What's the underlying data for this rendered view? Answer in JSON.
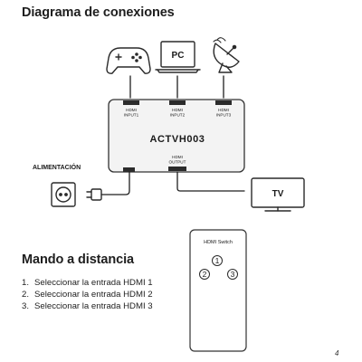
{
  "titles": {
    "diagram": "Diagrama de conexiones",
    "remote": "Mando a distancia"
  },
  "devices": {
    "gamepad_icon": "gamepad-icon",
    "pc_label": "PC",
    "dish_icon": "satellite-dish-icon",
    "tv_label": "TV",
    "outlet_icon": "power-outlet-icon",
    "plug_icon": "power-plug-icon"
  },
  "switch": {
    "model": "ACTVH003",
    "ports": {
      "input1": [
        "HDMI",
        "INPUT1"
      ],
      "input2": [
        "HDMI",
        "INPUT2"
      ],
      "input3": [
        "HDMI",
        "INPUT3"
      ],
      "output": [
        "HDMI",
        "OUTPUT"
      ]
    },
    "power_label": "ALIMENTACIÓN"
  },
  "remote": {
    "title": "HDMI Switch",
    "buttons": [
      "1",
      "2",
      "3"
    ]
  },
  "steps": [
    {
      "num": "1.",
      "text": "Seleccionar la entrada HDMI 1"
    },
    {
      "num": "2.",
      "text": "Seleccionar la entrada HDMI 2"
    },
    {
      "num": "3.",
      "text": "Seleccionar la entrada HDMI 3"
    }
  ],
  "page_number": "4",
  "colors": {
    "line": "#1f1f1f",
    "device_stroke": "#2a2a2a",
    "switch_fill": "#f3f3f3",
    "port_fill": "#2b2b2b"
  }
}
